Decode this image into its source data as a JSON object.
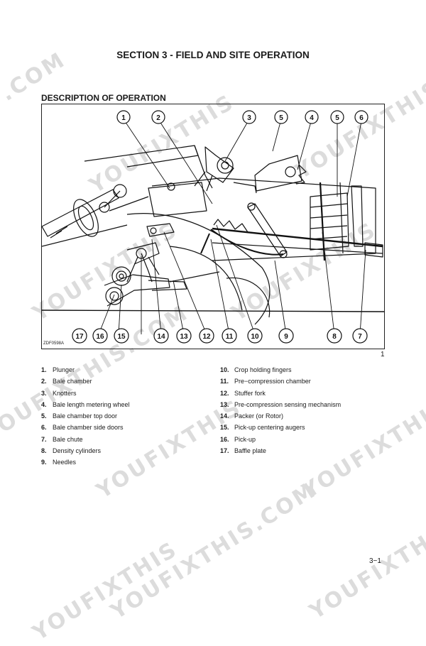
{
  "watermark_text_a": "YOUFIXTHIS",
  "watermark_text_b": ".COM",
  "watermark_text_c": "YOUFIXTHIS.COM",
  "section_title": "SECTION 3 - FIELD AND SITE OPERATION",
  "subtitle": "DESCRIPTION OF OPERATION",
  "figure_code": "ZDF0598A",
  "figure_number": "1",
  "callouts_top": [
    "1",
    "2",
    "3",
    "5",
    "4",
    "5",
    "6"
  ],
  "callouts_bottom": [
    "17",
    "16",
    "15",
    "14",
    "13",
    "12",
    "11",
    "10",
    "9",
    "8",
    "7"
  ],
  "legend_left": [
    {
      "num": "1.",
      "text": "Plunger"
    },
    {
      "num": "2.",
      "text": "Bale chamber"
    },
    {
      "num": "3.",
      "text": "Knotters"
    },
    {
      "num": "4.",
      "text": "Bale length metering wheel"
    },
    {
      "num": "5.",
      "text": "Bale chamber top door"
    },
    {
      "num": "6.",
      "text": "Bale chamber side doors"
    },
    {
      "num": "7.",
      "text": "Bale chute"
    },
    {
      "num": "8.",
      "text": "Density cylinders"
    },
    {
      "num": "9.",
      "text": "Needles"
    }
  ],
  "legend_right": [
    {
      "num": "10.",
      "text": "Crop holding fingers"
    },
    {
      "num": "11.",
      "text": "Pre−compression chamber"
    },
    {
      "num": "12.",
      "text": "Stuffer fork"
    },
    {
      "num": "13.",
      "text": "Pre-compression sensing mechanism"
    },
    {
      "num": "14.",
      "text": "Packer (or Rotor)"
    },
    {
      "num": "15.",
      "text": "Pick-up centering augers"
    },
    {
      "num": "16.",
      "text": "Pick-up"
    },
    {
      "num": "17.",
      "text": "Baffle plate"
    }
  ],
  "page_number": "3−1"
}
